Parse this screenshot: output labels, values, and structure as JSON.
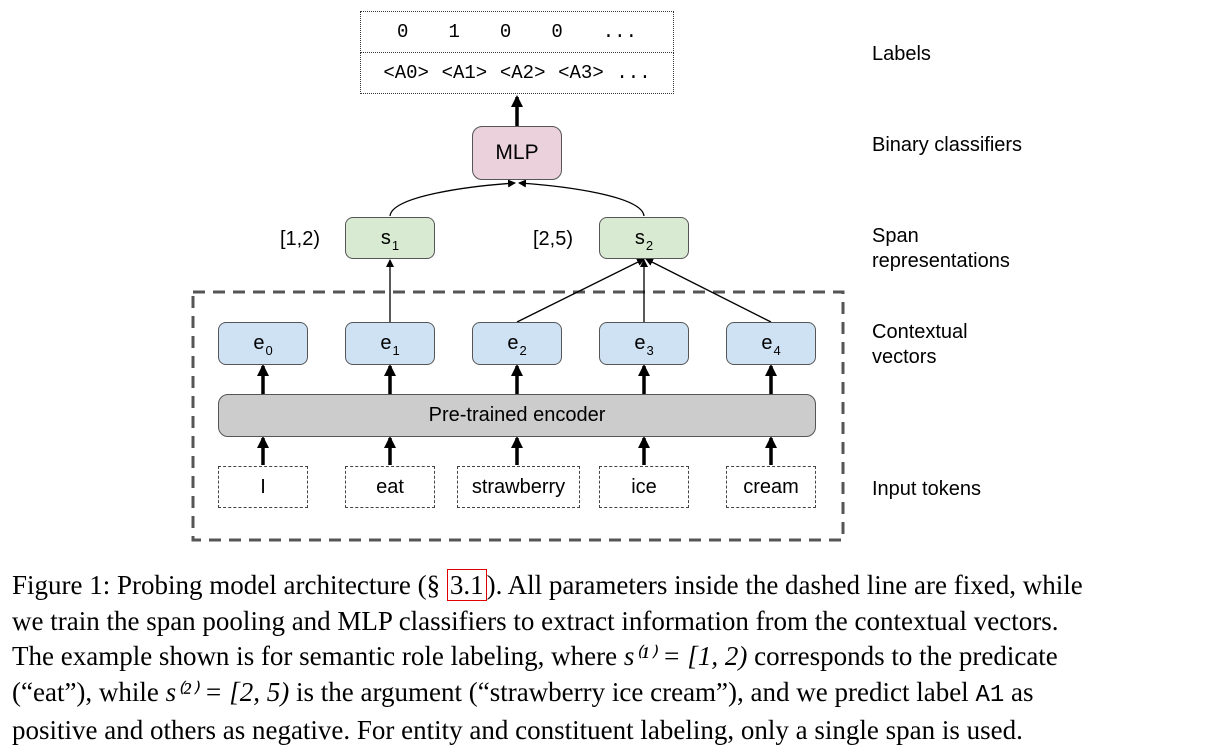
{
  "labels": {
    "values": [
      "0",
      "1",
      "0",
      "0",
      "..."
    ],
    "names": [
      "<A0>",
      "<A1>",
      "<A2>",
      "<A3>",
      "..."
    ]
  },
  "mlp": "MLP",
  "spans": [
    {
      "letter": "s",
      "sub": "1",
      "range": "[1,2)"
    },
    {
      "letter": "s",
      "sub": "2",
      "range": "[2,5)"
    }
  ],
  "encodings": [
    {
      "letter": "e",
      "sub": "0"
    },
    {
      "letter": "e",
      "sub": "1"
    },
    {
      "letter": "e",
      "sub": "2"
    },
    {
      "letter": "e",
      "sub": "3"
    },
    {
      "letter": "e",
      "sub": "4"
    }
  ],
  "encoder": "Pre-trained encoder",
  "tokens": [
    "I",
    "eat",
    "strawberry",
    "ice",
    "cream"
  ],
  "side_labels": {
    "labels": "Labels",
    "binary": "Binary classifiers",
    "span_line1": "Span",
    "span_line2": "representations",
    "ctx_line1": "Contextual",
    "ctx_line2": "vectors",
    "input": "Input tokens"
  },
  "caption": {
    "l1_a": "Figure 1: Probing model architecture (§ ",
    "l1_ref": "3.1",
    "l1_b": "). All parameters inside the dashed line are fixed, while",
    "l2": "we train the span pooling and MLP classifiers to extract information from the contextual vectors.",
    "l3_a": "The example shown is for semantic role labeling, where ",
    "l3_math": "s⁽¹⁾ = [1, 2)",
    "l3_b": " corresponds to the predicate",
    "l4_a": "(“eat”), while ",
    "l4_math": "s⁽²⁾ = [2, 5)",
    "l4_b": " is the argument (“strawberry ice cream”), and we predict label ",
    "l4_code": "A1",
    "l4_c": " as",
    "l5": "positive and others as negative. For entity and constituent labeling, only a single span is used."
  }
}
